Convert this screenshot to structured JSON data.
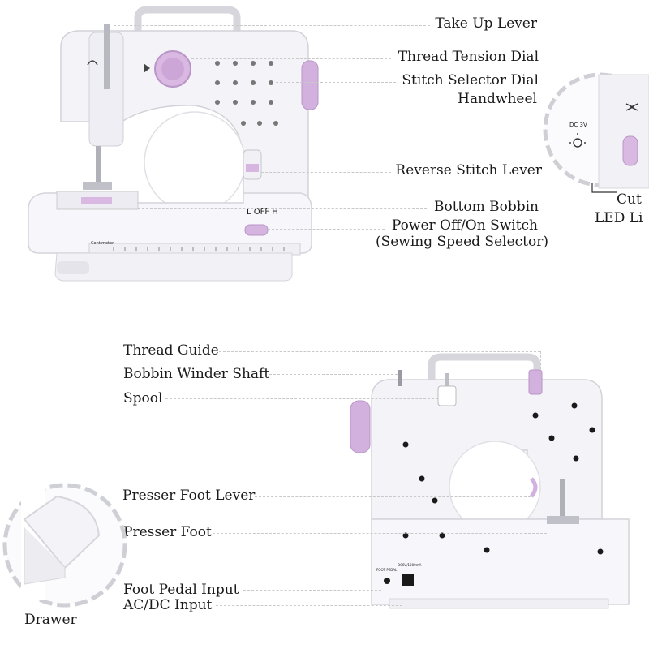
{
  "top_labels": {
    "take_up_lever": "Take Up Lever",
    "thread_tension_dial": "Thread Tension Dial",
    "stitch_selector_dial": "Stitch Selector Dial",
    "handwheel": "Handwheel",
    "reverse_stitch_lever": "Reverse Stitch Lever",
    "bottom_bobbin": "Bottom Bobbin",
    "power_switch": "Power Off/On Switch",
    "speed_selector": "(Sewing Speed Selector)"
  },
  "inset_labels": {
    "cutter": "Cut",
    "led_light": "LED Li",
    "dc_text": "DC 3V"
  },
  "machine_front": {
    "switch_text": "L  OFF  H",
    "ruler_label": "Centimeter"
  },
  "bottom_labels": {
    "thread_guide": "Thread Guide",
    "bobbin_winder_shaft": "Bobbin Winder Shaft",
    "spool": "Spool",
    "presser_foot_lever": "Presser Foot Lever",
    "presser_foot": "Presser Foot",
    "foot_pedal_input": "Foot Pedal Input",
    "ac_dc_input": "AC/DC Input",
    "drawer": "Drawer"
  },
  "machine_back": {
    "foot_pedal_text": "FOOT PEDAL",
    "dc_input_text": "DC6V/1000mA"
  },
  "colors": {
    "body": "#f4f3f8",
    "accent": "#c9a8d6",
    "outline": "#cfcfd6",
    "leader": "#c9c9c9"
  }
}
